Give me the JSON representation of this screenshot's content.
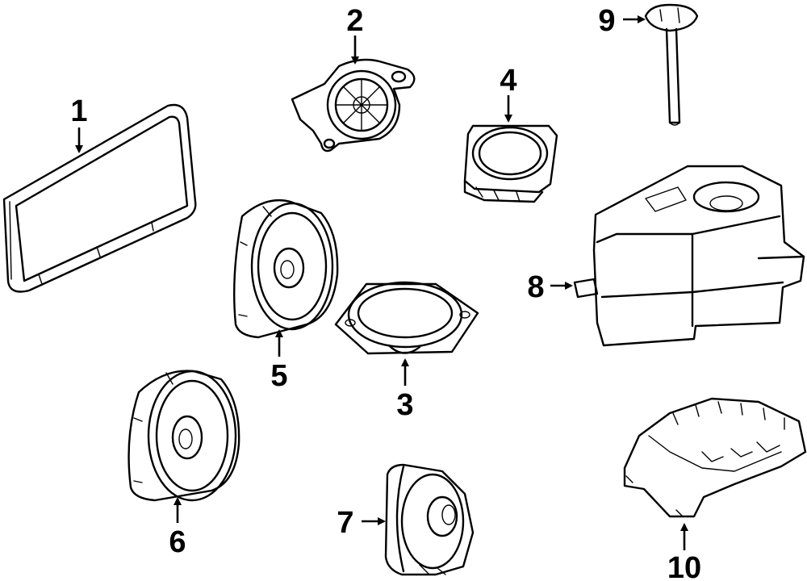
{
  "diagram": {
    "callouts": [
      {
        "id": "1",
        "label": "1",
        "part": "display"
      },
      {
        "id": "2",
        "label": "2",
        "part": "tweeter-speaker"
      },
      {
        "id": "3",
        "label": "3",
        "part": "midrange-speaker"
      },
      {
        "id": "4",
        "label": "4",
        "part": "small-rectangular-speaker"
      },
      {
        "id": "5",
        "label": "5",
        "part": "front-door-speaker"
      },
      {
        "id": "6",
        "label": "6",
        "part": "rear-door-speaker"
      },
      {
        "id": "7",
        "label": "7",
        "part": "center-speaker"
      },
      {
        "id": "8",
        "label": "8",
        "part": "subwoofer-box"
      },
      {
        "id": "9",
        "label": "9",
        "part": "mounting-bolt"
      },
      {
        "id": "10",
        "label": "10",
        "part": "amplifier"
      }
    ]
  }
}
